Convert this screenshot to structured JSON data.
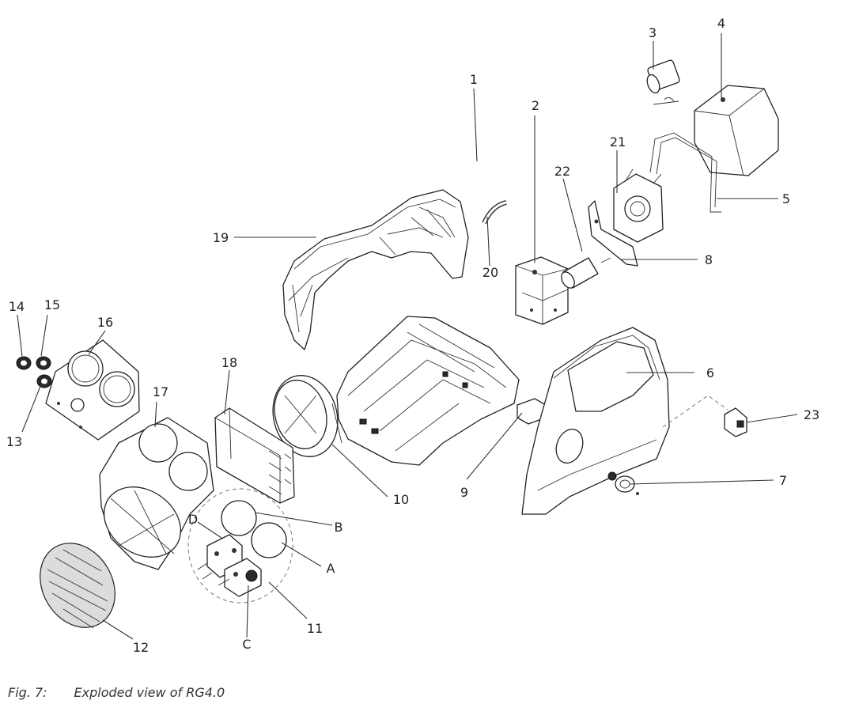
{
  "caption": {
    "label": "Fig. 7:",
    "text": "Exploded view of RG4.0"
  },
  "callouts": {
    "c1": "1",
    "c2": "2",
    "c3": "3",
    "c4": "4",
    "c5": "5",
    "c6": "6",
    "c7": "7",
    "c8": "8",
    "c9": "9",
    "c10": "10",
    "c11": "11",
    "c12": "12",
    "c13": "13",
    "c14": "14",
    "c15": "15",
    "c16": "16",
    "c17": "17",
    "c18": "18",
    "c19": "19",
    "c20": "20",
    "c21": "21",
    "c22": "22",
    "c23": "23",
    "cA": "A",
    "cB": "B",
    "cC": "C",
    "cD": "D"
  }
}
